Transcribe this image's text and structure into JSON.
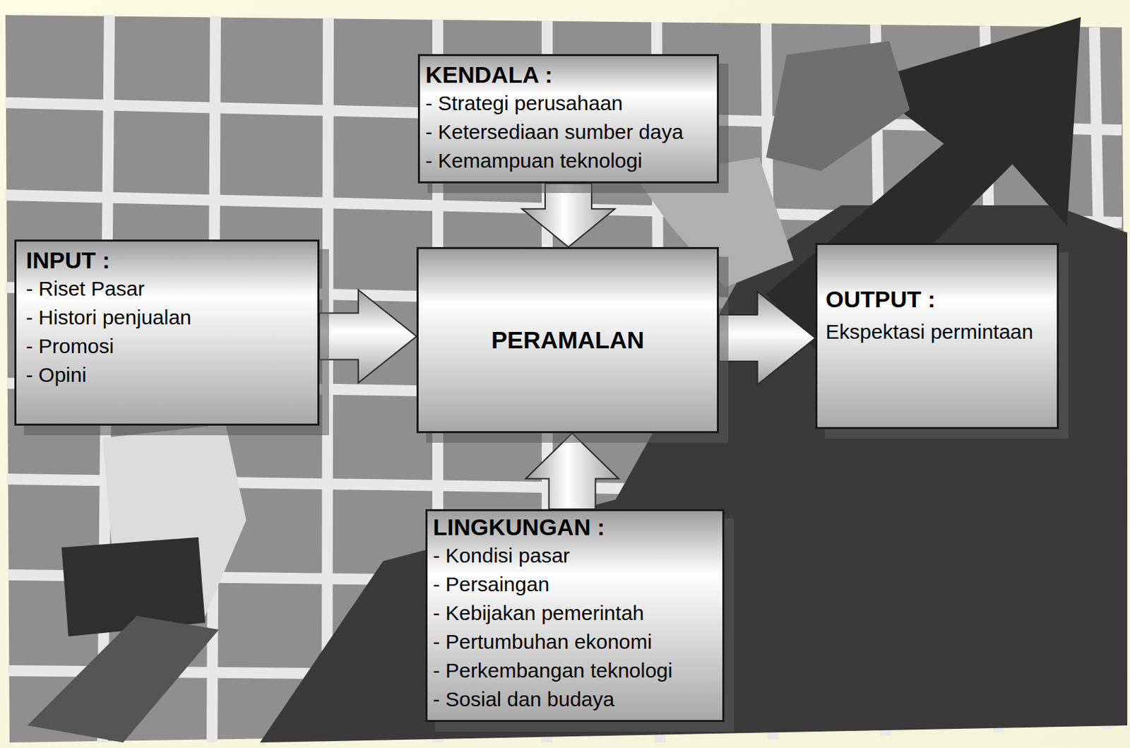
{
  "diagram": {
    "nodes": [
      {
        "text": [
          "KENDALA :",
          "- Strategi perusahaan",
          "- Ketersediaan sumber daya",
          "- Kemampuan teknologi"
        ]
      },
      {
        "text": [
          "INPUT :",
          "- Riset Pasar",
          "- Histori penjualan",
          "- Promosi",
          "- Opini"
        ]
      },
      {
        "text": [
          "PERAMALAN"
        ]
      },
      {
        "text": [
          "OUTPUT :",
          "Ekspektasi permintaan"
        ]
      },
      {
        "text": [
          "LINGKUNGAN :",
          "- Kondisi pasar",
          "- Persaingan",
          "- Kebijakan pemerintah",
          "- Pertumbuhan ekonomi",
          "- Perkembangan teknologi",
          "- Sosial dan budaya"
        ]
      }
    ],
    "edges": [
      {
        "from": 1,
        "to": 2,
        "arrow": "to"
      },
      {
        "from": 0,
        "to": 2,
        "arrow": "to"
      },
      {
        "from": 4,
        "to": 2,
        "arrow": "to"
      },
      {
        "from": 2,
        "to": 3,
        "arrow": "to"
      }
    ]
  }
}
